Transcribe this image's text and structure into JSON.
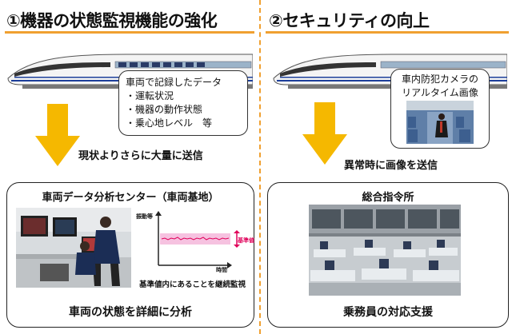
{
  "left": {
    "title": "①機器の状態監視機能の強化",
    "callout": {
      "heading": "車両で記録したデータ",
      "items": [
        "・運転状況",
        "・機器の動作状態",
        "・乗心地レベル　等"
      ]
    },
    "arrow_label": "現状よりさらに大量に送信",
    "panel": {
      "title": "車両データ分析センター（車両基地）",
      "caption": "車両の状態を詳細に分析",
      "chart": {
        "ylabel": "振動等",
        "xlabel": "時間",
        "band_label": "基準値",
        "note": "基準値内にあることを継続監視"
      }
    }
  },
  "right": {
    "title": "②セキュリティの向上",
    "callout": {
      "line1": "車内防犯カメラの",
      "line2": "リアルタイム画像"
    },
    "arrow_label": "異常時に画像を送信",
    "panel": {
      "title": "総合指令所",
      "caption": "乗務員の対応支援"
    }
  },
  "colors": {
    "accent_orange": "#f0a030",
    "arrow_yellow": "#f5b800",
    "band_pink": "#f6c2e0",
    "signal_red": "#e0005a"
  }
}
